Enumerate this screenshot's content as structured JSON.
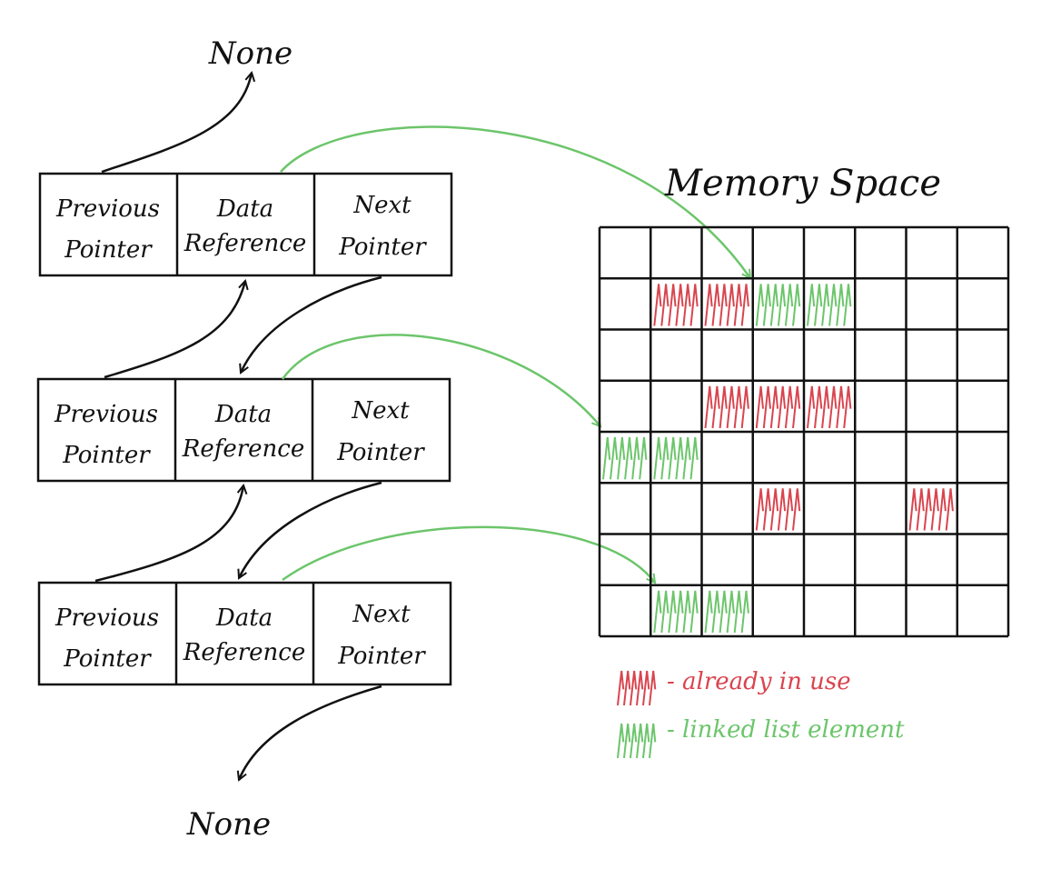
{
  "colors": {
    "ink": "#111111",
    "in_use": "#d9454f",
    "linked": "#6cc56b"
  },
  "icons": [
    "red-hatch-icon",
    "green-hatch-icon",
    "arrow-icon"
  ],
  "top_none": "None",
  "bottom_none": "None",
  "nodes": [
    {
      "prev": [
        "Previous",
        "Pointer"
      ],
      "data": [
        "Data",
        "Reference"
      ],
      "next": [
        "Next",
        "Pointer"
      ]
    },
    {
      "prev": [
        "Previous",
        "Pointer"
      ],
      "data": [
        "Data",
        "Reference"
      ],
      "next": [
        "Next",
        "Pointer"
      ]
    },
    {
      "prev": [
        "Previous",
        "Pointer"
      ],
      "data": [
        "Data",
        "Reference"
      ],
      "next": [
        "Next",
        "Pointer"
      ]
    }
  ],
  "memory": {
    "title": "Memory Space",
    "rows": 8,
    "cols": 8,
    "in_use_cells": [
      [
        1,
        1
      ],
      [
        1,
        2
      ],
      [
        3,
        2
      ],
      [
        3,
        3
      ],
      [
        3,
        4
      ],
      [
        5,
        3
      ],
      [
        5,
        6
      ]
    ],
    "linked_cells": [
      [
        1,
        3
      ],
      [
        1,
        4
      ],
      [
        4,
        0
      ],
      [
        4,
        1
      ],
      [
        7,
        1
      ],
      [
        7,
        2
      ]
    ],
    "node_targets": [
      [
        1,
        3
      ],
      [
        4,
        0
      ],
      [
        7,
        1
      ]
    ]
  },
  "legend": {
    "in_use": "- already in use",
    "linked": "- linked list element"
  }
}
